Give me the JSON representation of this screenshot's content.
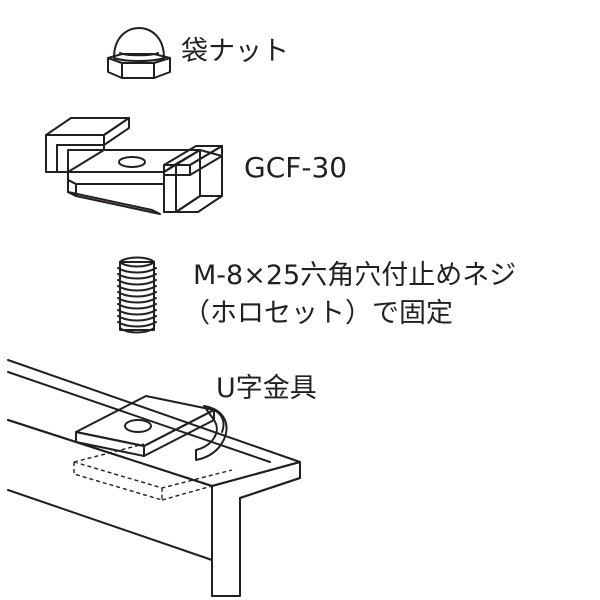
{
  "labels": {
    "cap_nut": "袋ナット",
    "gcf": "GCF-30",
    "set_screw_line1": "M-8×25六角穴付止めネジ",
    "set_screw_line2": "（ホロセット）で固定",
    "u_bracket": "U字金具"
  },
  "colors": {
    "ink": "#231f20",
    "shade_light": "#ececec",
    "shade_mid": "#d7d7d7",
    "shade_dark": "#bdbdbd",
    "background": "#ffffff"
  }
}
